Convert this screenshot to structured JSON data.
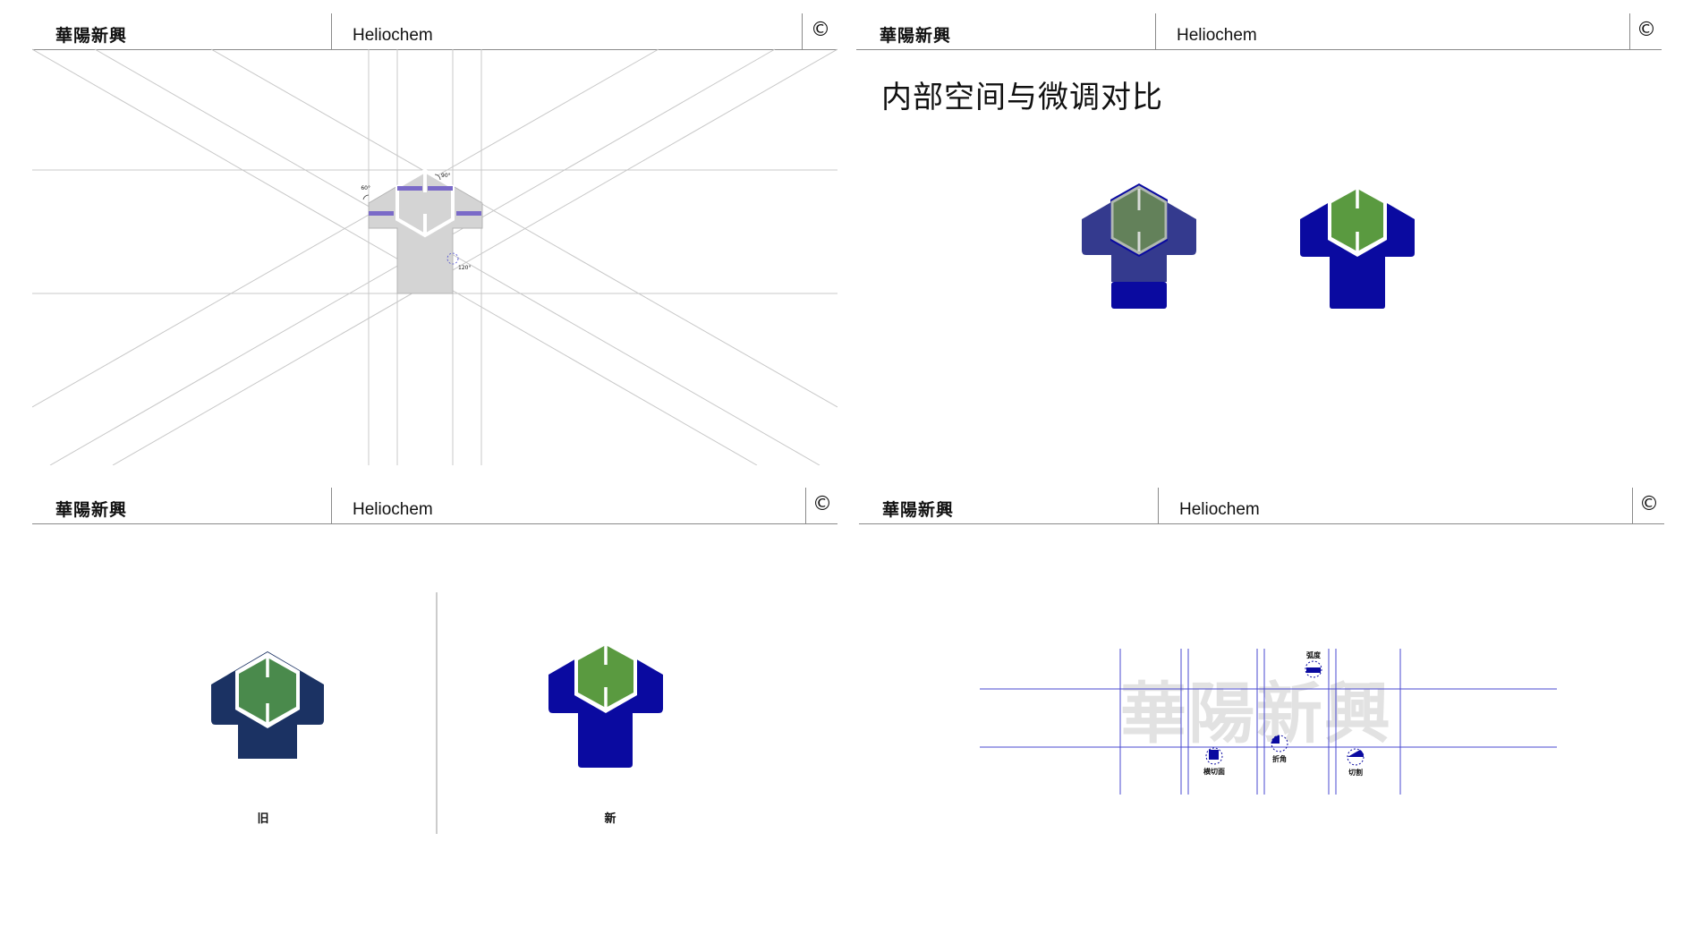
{
  "header": {
    "brand_cn": "華陽新興",
    "brand_en": "Heliochem",
    "copyright": "©"
  },
  "panel_geometry": {
    "angles": [
      "60°",
      "90°",
      "120°"
    ]
  },
  "panel_contrast": {
    "title": "内部空间与微调对比"
  },
  "panel_old_new": {
    "old_label": "旧",
    "new_label": "新"
  },
  "panel_type": {
    "wordmark": "華陽新興",
    "notes": [
      "弧度",
      "横切面",
      "折角",
      "切割"
    ]
  },
  "colors": {
    "navy_old": "#1b3263",
    "blue_new": "#0a0aa0",
    "green_old": "#4a8a4c",
    "green_new": "#5a9a40",
    "grid_gray": "#c8c8c8",
    "guide_blue": "#4a4ad0"
  }
}
